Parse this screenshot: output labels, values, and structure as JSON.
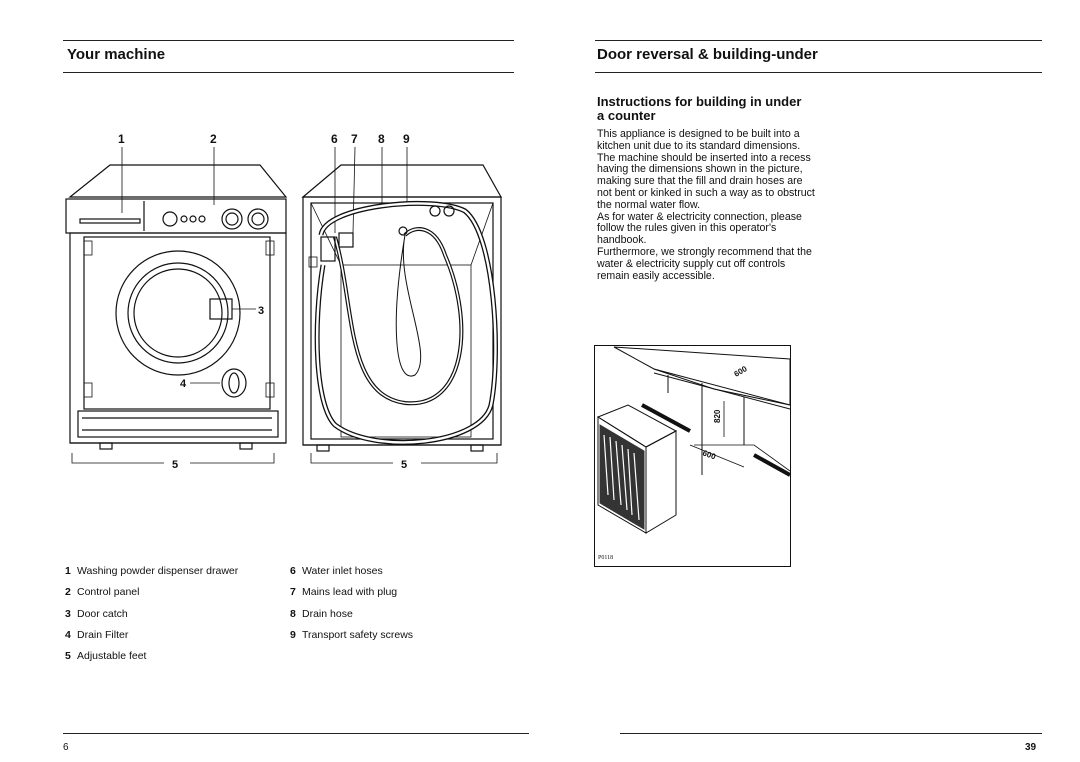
{
  "left_page": {
    "title": "Your machine",
    "callouts": {
      "n1": "1",
      "n2": "2",
      "n3": "3",
      "n4": "4",
      "n5a": "5",
      "n5b": "5",
      "n6": "6",
      "n7": "7",
      "n8": "8",
      "n9": "9"
    },
    "legend_left": [
      {
        "num": "1",
        "text": "Washing powder dispenser drawer"
      },
      {
        "num": "2",
        "text": "Control panel"
      },
      {
        "num": "3",
        "text": "Door catch"
      },
      {
        "num": "4",
        "text": "Drain Filter"
      },
      {
        "num": "5",
        "text": "Adjustable feet"
      }
    ],
    "legend_right": [
      {
        "num": "6",
        "text": "Water inlet hoses"
      },
      {
        "num": "7",
        "text": "Mains lead with plug"
      },
      {
        "num": "8",
        "text": "Drain hose"
      },
      {
        "num": "9",
        "text": "Transport safety screws"
      }
    ],
    "page_number": "6"
  },
  "right_page": {
    "title": "Door reversal & building-under",
    "subtitle": "Instructions for building in under a counter",
    "paragraphs": [
      "This appliance is designed to be built into a kitchen unit due to its standard dimensions.",
      "The machine should be inserted into a recess having the dimensions shown in the picture, making sure that the fill and drain hoses are not bent or kinked in such a way as to obstruct the normal water flow.",
      "As for water & electricity connection, please follow the rules given in this operator's handbook.",
      "Furthermore, we strongly recommend that the water & electricity supply cut off controls remain easily accessible."
    ],
    "figure": {
      "dim_width": "600",
      "dim_height": "820",
      "dim_depth": "600",
      "ref": "P0118"
    },
    "page_number": "39"
  }
}
